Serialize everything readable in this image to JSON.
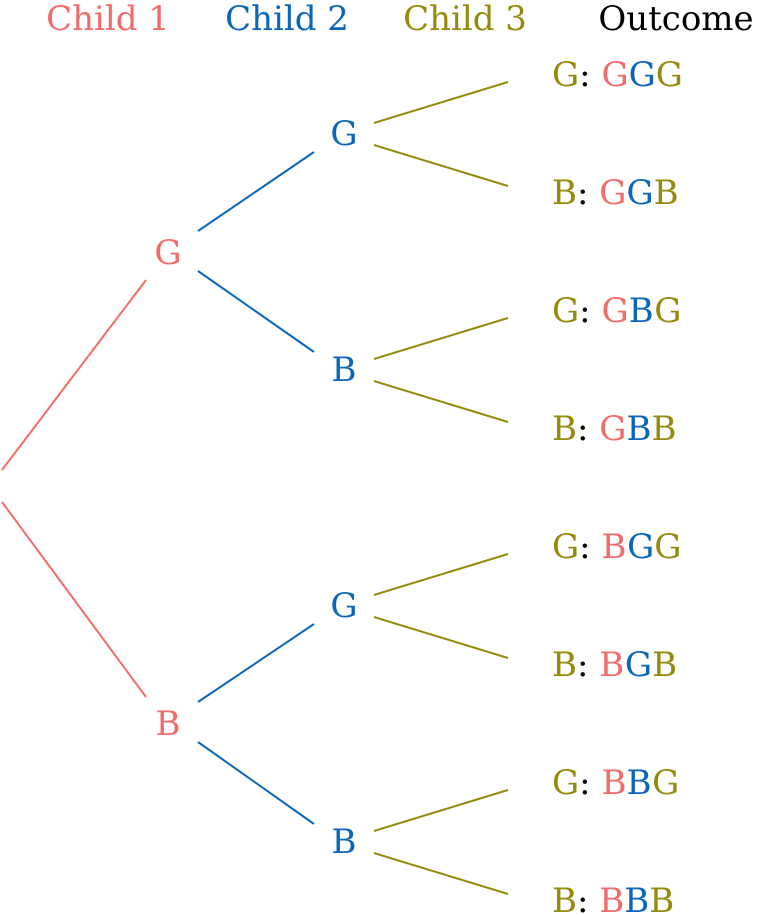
{
  "colors": {
    "child1": "#f26b6b",
    "child2": "#0a66bb",
    "child3": "#948a0c",
    "outcome": "#000000"
  },
  "headers": {
    "child1": "Child 1",
    "child2": "Child 2",
    "child3": "Child 3",
    "outcome": "Outcome"
  },
  "tree": {
    "child1": [
      "G",
      "B"
    ],
    "child2": [
      "G",
      "B",
      "G",
      "B"
    ],
    "outcomes": [
      {
        "third": "G",
        "sequence": [
          "G",
          "G",
          "G"
        ]
      },
      {
        "third": "B",
        "sequence": [
          "G",
          "G",
          "B"
        ]
      },
      {
        "third": "G",
        "sequence": [
          "G",
          "B",
          "G"
        ]
      },
      {
        "third": "B",
        "sequence": [
          "G",
          "B",
          "B"
        ]
      },
      {
        "third": "G",
        "sequence": [
          "B",
          "G",
          "G"
        ]
      },
      {
        "third": "B",
        "sequence": [
          "B",
          "G",
          "B"
        ]
      },
      {
        "third": "G",
        "sequence": [
          "B",
          "B",
          "G"
        ]
      },
      {
        "third": "B",
        "sequence": [
          "B",
          "B",
          "B"
        ]
      }
    ],
    "separator": ": "
  }
}
